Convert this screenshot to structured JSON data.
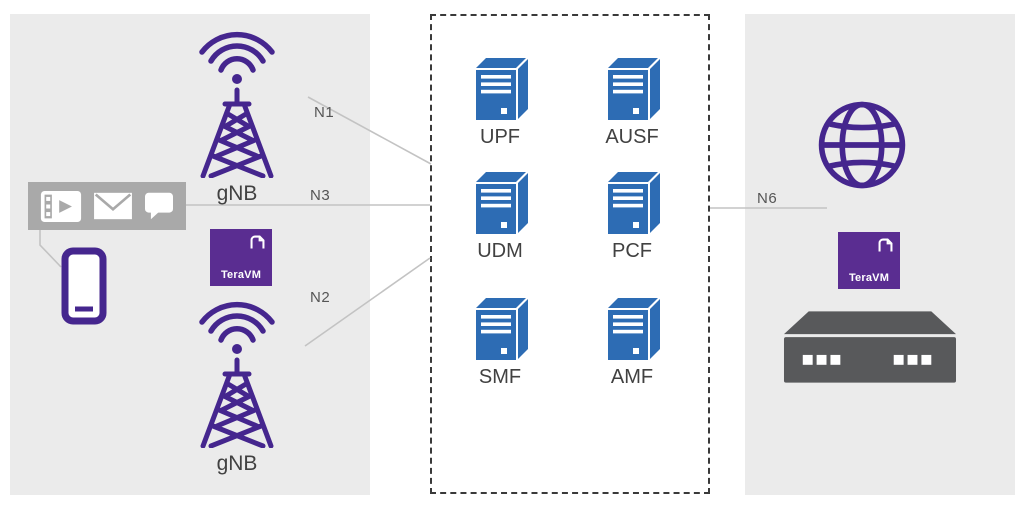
{
  "access_panel": {
    "gnb_top": {
      "label": "gNB"
    },
    "gnb_bottom": {
      "label": "gNB"
    },
    "teravm_badge": {
      "label": "TeraVM"
    }
  },
  "core_panel": {
    "servers": [
      {
        "label": "UPF"
      },
      {
        "label": "AUSF"
      },
      {
        "label": "UDM"
      },
      {
        "label": "PCF"
      },
      {
        "label": "SMF"
      },
      {
        "label": "AMF"
      }
    ]
  },
  "internet_panel": {
    "teravm_badge": {
      "label": "TeraVM"
    }
  },
  "links": {
    "n1": {
      "label": "N1"
    },
    "n3": {
      "label": "N3"
    },
    "n2": {
      "label": "N2"
    },
    "n6": {
      "label": "N6"
    }
  },
  "icons": {
    "wifi-icon": "signal arcs with dot",
    "cell-tower-icon": "lattice radio mast",
    "video-player-icon": "filmstrip with play triangle",
    "mail-icon": "envelope",
    "chat-bubble-icon": "speech bubble",
    "smartphone-icon": "phone outline",
    "teravm-fold-icon": "folded corner page mark",
    "server-icon": "3d server tower",
    "globe-icon": "wireframe globe",
    "router-icon": "network appliance with ports"
  },
  "colors": {
    "purple": "#45268e",
    "badge_purple": "#5a2d91",
    "blue": "#2d6cb4",
    "panel_bg": "#ebebeb",
    "icon_bar_gray": "#a9a9a9",
    "device_gray": "#58595b",
    "line_gray": "#c3c3c3",
    "label_text": "#414141"
  }
}
